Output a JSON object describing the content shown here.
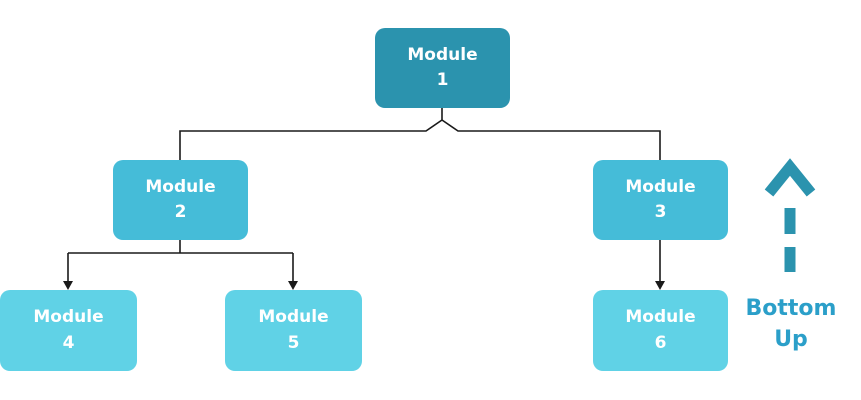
{
  "nodes": [
    {
      "label_line1": "Module",
      "label_line2": "1",
      "level": 1
    },
    {
      "label_line1": "Module",
      "label_line2": "2",
      "level": 2
    },
    {
      "label_line1": "Module",
      "label_line2": "3",
      "level": 2
    },
    {
      "label_line1": "Module",
      "label_line2": "4",
      "level": 3
    },
    {
      "label_line1": "Module",
      "label_line2": "5",
      "level": 3
    },
    {
      "label_line1": "Module",
      "label_line2": "6",
      "level": 3
    }
  ],
  "edges": [
    {
      "from": "Module 1",
      "to": "Module 2",
      "arrow": false
    },
    {
      "from": "Module 1",
      "to": "Module 3",
      "arrow": false
    },
    {
      "from": "Module 2",
      "to": "Module 4",
      "arrow": true
    },
    {
      "from": "Module 2",
      "to": "Module 5",
      "arrow": true
    },
    {
      "from": "Module 3",
      "to": "Module 6",
      "arrow": true
    }
  ],
  "annotation": {
    "line1": "Bottom",
    "line2": "Up",
    "direction": "up"
  },
  "colors": {
    "level1_fill": "#2B93AE",
    "level2_fill": "#45BCD8",
    "level3_fill": "#60D2E6",
    "node_text": "#FFFFFF",
    "connector": "#1A1A1A",
    "arrow": "#2B93AE",
    "annotation_text": "#2B9FC9"
  }
}
